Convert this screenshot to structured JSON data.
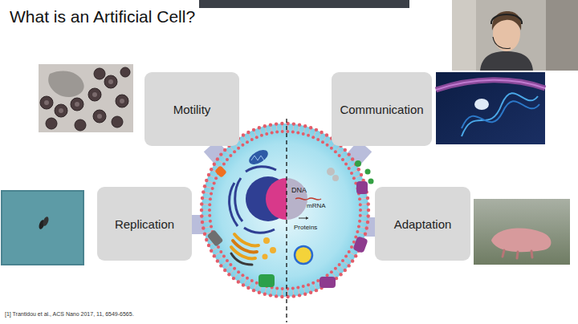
{
  "diagram": {
    "title": "What is an Artificial Cell?",
    "nodes": [
      {
        "text": [
          "Motility"
        ]
      },
      {
        "text": [
          "Communication"
        ]
      },
      {
        "text": [
          "Replication"
        ]
      },
      {
        "text": [
          "Adaptation"
        ]
      }
    ],
    "labels": [
      "DNA",
      "mRNA",
      "Proteins",
      "[1] Trantidou et al., ACS Nano 2017, 11, 6549-6565."
    ]
  }
}
